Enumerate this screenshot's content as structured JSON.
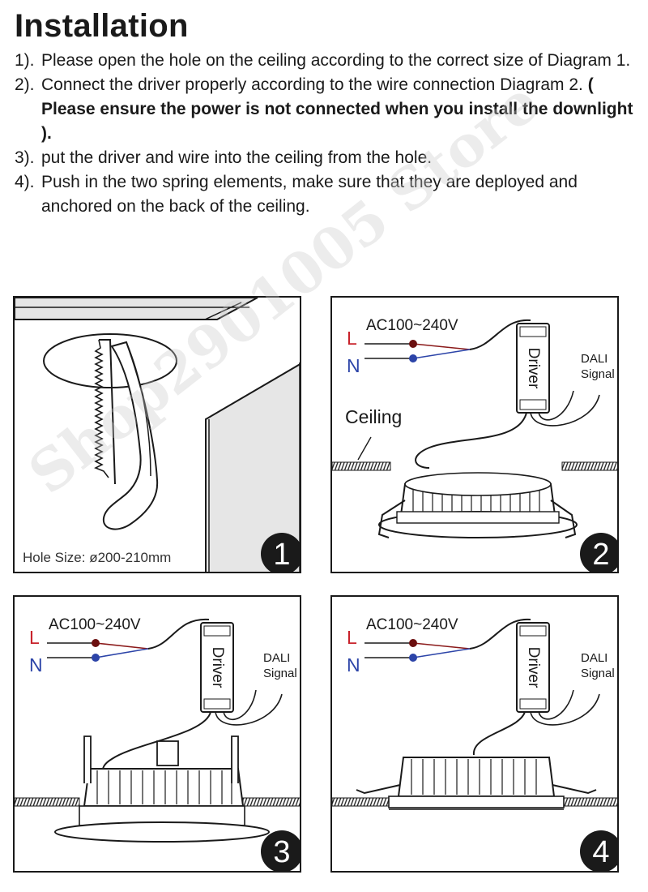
{
  "heading": "Installation",
  "steps": [
    {
      "num": "1).",
      "text": "Please open the hole on the ceiling according to the correct size of Diagram 1."
    },
    {
      "num": "2).",
      "text": "Connect the driver properly according to the wire connection Diagram 2. ",
      "bold": "( Please ensure the power is not connected when you install the downlight )."
    },
    {
      "num": "3).",
      "text": "put the driver and wire into the ceiling from the hole."
    },
    {
      "num": "4).",
      "text": "Push in the two spring elements, make sure that they are deployed and anchored on the back of the ceiling."
    }
  ],
  "panel1": {
    "hole_size": "Hole Size: ø200-210mm",
    "number": "1"
  },
  "panel2": {
    "voltage": "AC100~240V",
    "live": "L",
    "neutral": "N",
    "driver": "Driver",
    "dali_line1": "DALI",
    "dali_line2": "Signal",
    "ceiling": "Ceiling",
    "number": "2"
  },
  "panel3": {
    "voltage": "AC100~240V",
    "live": "L",
    "neutral": "N",
    "driver": "Driver",
    "dali_line1": "DALI",
    "dali_line2": "Signal",
    "number": "3"
  },
  "panel4": {
    "voltage": "AC100~240V",
    "live": "L",
    "neutral": "N",
    "driver": "Driver",
    "dali_line1": "DALI",
    "dali_line2": "Signal",
    "number": "4"
  },
  "watermark": "Shop2901005 Store",
  "colors": {
    "live_wire": "#8b1a1a",
    "neutral_wire": "#2c44a8",
    "live_label": "#c8232c",
    "badge": "#1a1a1a"
  }
}
